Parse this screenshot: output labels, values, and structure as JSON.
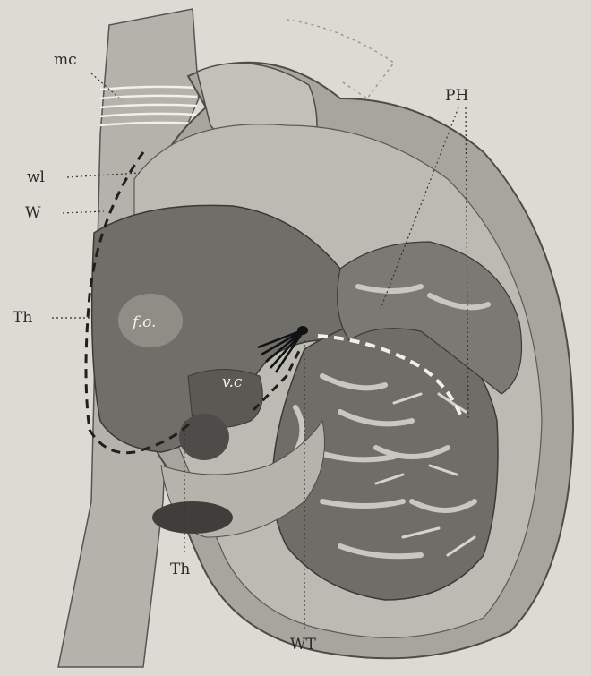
{
  "figure": {
    "labels": {
      "mc": "mc",
      "wl": "wl",
      "w": "W",
      "th_left": "Th",
      "fo": "f.o.",
      "vc": "v.c",
      "th_bottom": "Th",
      "ph": "PH",
      "wt": "WT"
    }
  }
}
